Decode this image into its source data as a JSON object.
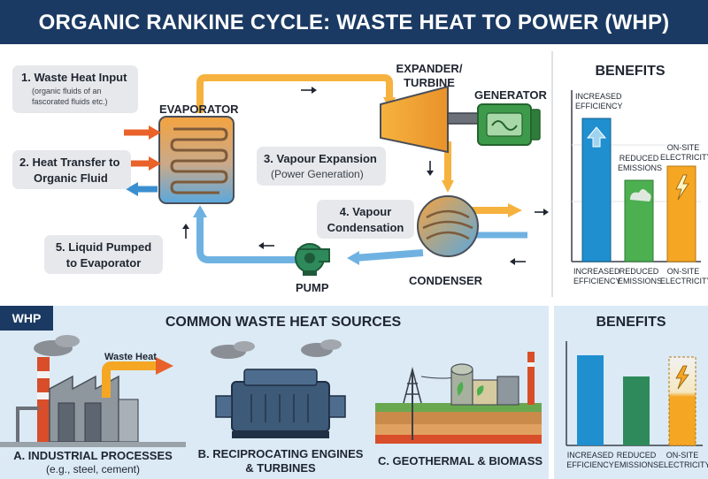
{
  "title": "ORGANIC RANKINE CYCLE: WASTE HEAT TO POWER (WHP) SYSTEM",
  "steps": {
    "s1_title": "1. Waste Heat Input",
    "s1_sub": "(organic fluids of an fascorated fluids  etc.)",
    "s2_line1": "2. Heat Transfer to",
    "s2_line2": "Organic Fluid",
    "s3_title": "3. Vapour Expansion",
    "s3_sub": "(Power Generation)",
    "s4_line1": "4. Vapour",
    "s4_line2": "Condensation",
    "s5_line1": "5. Liquid Pumped",
    "s5_line2": "to Evaporator"
  },
  "components": {
    "evaporator": "EVAPORATOR",
    "expander_line1": "EXPANDER/",
    "expander_line2": "TURBINE",
    "generator": "GENERATOR",
    "condenser": "CONDENSER",
    "pump": "PUMP"
  },
  "benefits_top": {
    "title": "BENEFITS",
    "bar_labels": {
      "efficiency_line1": "INCREASED",
      "efficiency_line2": "EFFICIENCY",
      "emissions_line1": "REDUCED",
      "emissions_line2": "EMISSIONS",
      "onsite_line1": "ON-SITE",
      "onsite_line2": "ELECTRICITY"
    },
    "axis_labels": {
      "efficiency_line1": "INCREASED",
      "efficiency_line2": "EFFICIENCY",
      "emissions_line1": "REDUCED",
      "emissions_line2": "EMISSIONS",
      "onsite_line1": "ON-SITE",
      "onsite_line2": "ELECTRICITY"
    }
  },
  "bottom": {
    "whp_tag": "WHP",
    "sources_title": "COMMON WASTE HEAT SOURCES",
    "waste_heat_label": "Waste Heat",
    "a_line1": "A. INDUSTRIAL PROCESSES",
    "a_line2": "(e.g., steel, cement)",
    "b_line1": "B. RECIPROCATING ENGINES",
    "b_line2": "& TURBINES",
    "c_line1": "C. GEOTHERMAL & BIOMASS"
  },
  "benefits_bottom": {
    "title": "BENEFITS",
    "efficiency_line1": "INCREASED",
    "efficiency_line2": "EFFICIENCY",
    "emissions_line1": "REDUCED",
    "emissions_line2": "EMISSIONS",
    "onsite_line1": "ON-SITE",
    "onsite_line2": "ELECTRICITY"
  },
  "colors": {
    "header": "#1b3a63",
    "hot": "#f28c28",
    "cold": "#4a9fd8",
    "bar_blue": "#1f8fd0",
    "bar_green": "#4caf50",
    "bar_orange": "#f5a623"
  }
}
